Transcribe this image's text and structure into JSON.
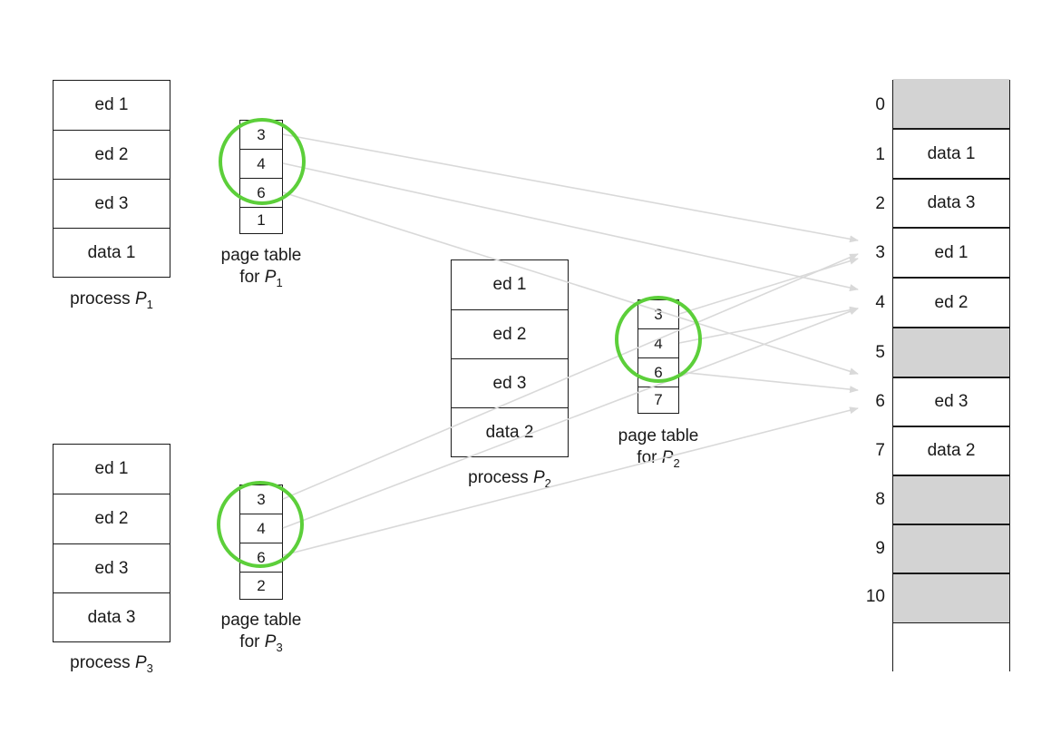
{
  "process1": {
    "pages": [
      "ed 1",
      "ed 2",
      "ed 3",
      "data 1"
    ],
    "label": "process",
    "label_var": "P",
    "label_sub": "1",
    "page_table": [
      "3",
      "4",
      "6",
      "1"
    ],
    "pt_label_1": "page table",
    "pt_label_2": "for",
    "pt_var": "P",
    "pt_sub": "1"
  },
  "process2": {
    "pages": [
      "ed 1",
      "ed 2",
      "ed 3",
      "data 2"
    ],
    "label": "process",
    "label_var": "P",
    "label_sub": "2",
    "page_table": [
      "3",
      "4",
      "6",
      "7"
    ],
    "pt_label_1": "page table",
    "pt_label_2": "for",
    "pt_var": "P",
    "pt_sub": "2"
  },
  "process3": {
    "pages": [
      "ed 1",
      "ed 2",
      "ed 3",
      "data 3"
    ],
    "label": "process",
    "label_var": "P",
    "label_sub": "3",
    "page_table": [
      "3",
      "4",
      "6",
      "2"
    ],
    "pt_label_1": "page table",
    "pt_label_2": "for",
    "pt_var": "P",
    "pt_sub": "3"
  },
  "memory": {
    "frame_numbers": [
      "0",
      "1",
      "2",
      "3",
      "4",
      "5",
      "6",
      "7",
      "8",
      "9",
      "10"
    ],
    "frames": [
      "",
      "data 1",
      "data 3",
      "ed 1",
      "ed 2",
      "",
      "ed 3",
      "data 2",
      "",
      "",
      ""
    ],
    "free_color": "#d3d3d3"
  },
  "highlight_color": "#5ccf3a",
  "arrow_color": "#d9d9d9"
}
